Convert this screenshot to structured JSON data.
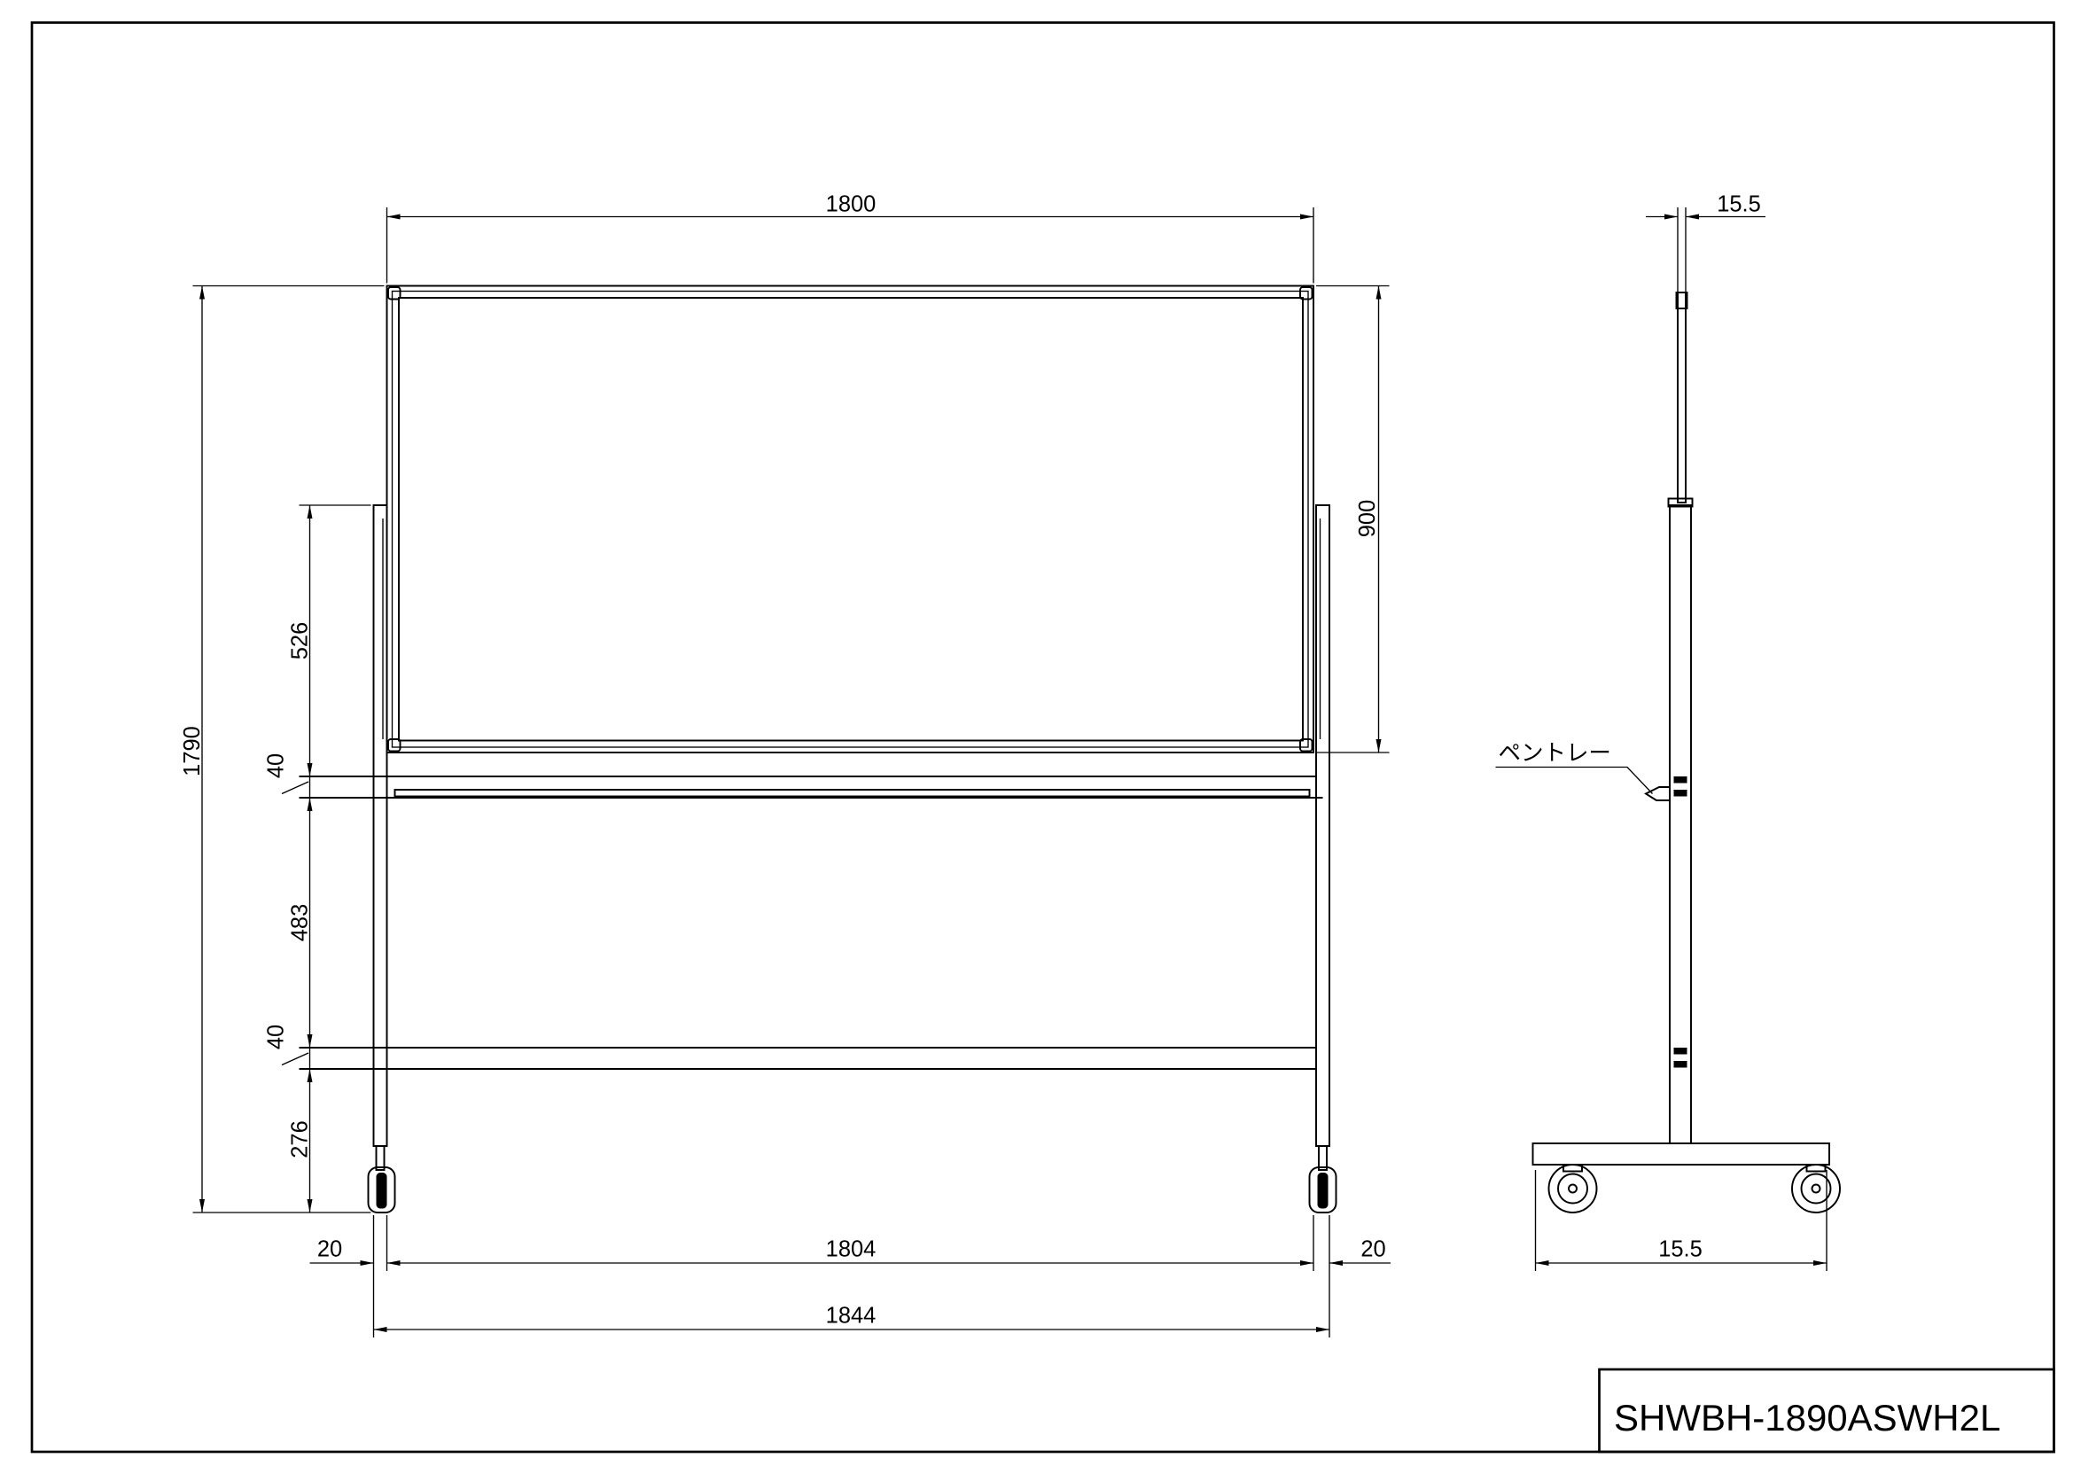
{
  "title_block": {
    "model": "SHWBH-1890ASWH2L"
  },
  "front_view": {
    "dimensions": {
      "board_width": "1800",
      "board_height": "900",
      "overall_height": "1790",
      "upper_span": "526",
      "upper_rail": "40",
      "middle_span": "483",
      "lower_rail": "40",
      "bottom_span": "276",
      "left_offset": "20",
      "inner_width": "1804",
      "right_offset": "20",
      "overall_width": "1844"
    }
  },
  "side_view": {
    "top_thickness": "15.5",
    "pen_tray_label": "ペントレー",
    "base_width": "15.5"
  }
}
